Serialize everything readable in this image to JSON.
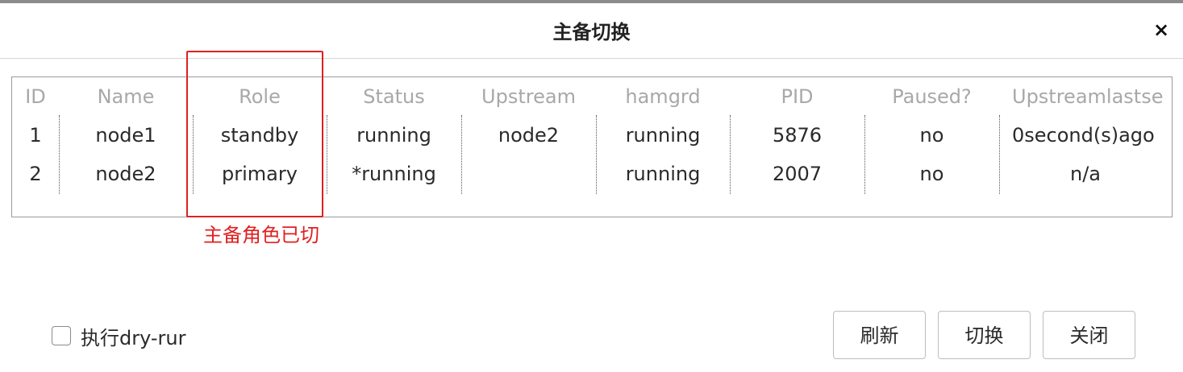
{
  "dialog": {
    "title": "主备切换",
    "close_glyph": "×"
  },
  "table": {
    "columns": [
      "ID",
      "Name",
      "Role",
      "Status",
      "Upstream",
      "hamgrd",
      "PID",
      "Paused?",
      "Upstreamlastse"
    ],
    "rows": [
      [
        "1",
        "node1",
        "standby",
        "running",
        "node2",
        "running",
        "5876",
        "no",
        "0second(s)ago"
      ],
      [
        "2",
        "node2",
        "primary",
        "*running",
        "",
        "running",
        "2007",
        "no",
        "n/a"
      ]
    ]
  },
  "annotation": {
    "text": "主备角色已切",
    "color": "#e02020"
  },
  "footer": {
    "dry_run_label": "执行dry-rur",
    "dry_run_checked": false,
    "buttons": {
      "refresh": "刷新",
      "switch": "切换",
      "close": "关闭"
    }
  }
}
